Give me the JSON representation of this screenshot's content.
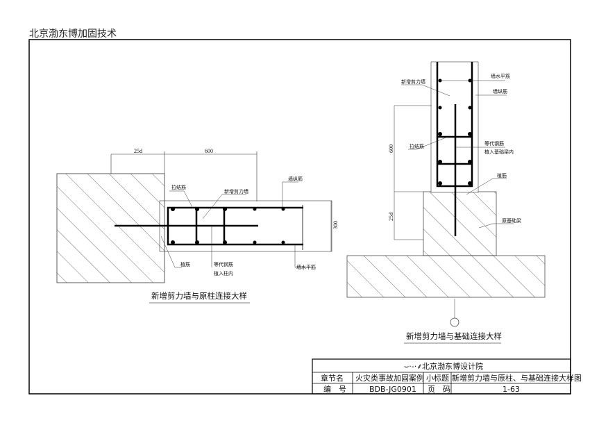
{
  "header": "北京渤东博加固技术",
  "left_detail": {
    "caption": "新增剪力墙与原柱连接大样",
    "dims": {
      "top_left": "25d",
      "top_right": "600",
      "right": "300"
    },
    "labels": {
      "tie": "拉结筋",
      "wall": "新增剪力墙",
      "vertical": "墙纵筋",
      "anchor": "植筋",
      "equiv1": "等代钢筋",
      "equiv2": "植入柱内",
      "horizontal": "墙水平筋"
    }
  },
  "right_detail": {
    "caption": "新增剪力墙与基础连接大样",
    "dims": {
      "upper": "600",
      "lower": "25d"
    },
    "labels": {
      "horizontal": "墙水平筋",
      "vertical": "墙纵筋",
      "wall": "新增剪力墙",
      "tie": "拉结筋",
      "equiv1": "等代钢筋",
      "equiv2": "植入基础梁内",
      "anchor": "植筋",
      "beam": "原基础梁"
    }
  },
  "title_block": {
    "company": "北京渤东博设计院",
    "chapter_label": "章节名",
    "chapter_value": "火灾类事故加固案例",
    "subtitle_label": "小标题",
    "subtitle_value": "新增剪力墙与原柱、与基础连接大样图",
    "number_label": "编　号",
    "number_value": "BDB-JG0901",
    "page_label": "页　码",
    "page_value": "1-63"
  }
}
